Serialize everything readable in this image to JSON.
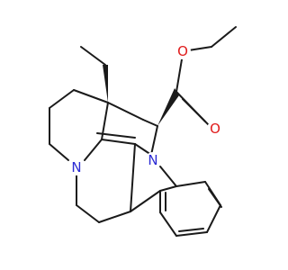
{
  "structure": {
    "label_colors": {
      "bond": "#1a1a1a",
      "nitrogen": "#2b2bd4",
      "oxygen": "#e01b1b"
    },
    "atoms": [
      {
        "id": "O-carbonyl",
        "symbol": "O",
        "element": "oxygen"
      },
      {
        "id": "O-ester",
        "symbol": "O",
        "element": "oxygen"
      },
      {
        "id": "N-indole",
        "symbol": "N",
        "element": "nitrogen"
      },
      {
        "id": "N-amine",
        "symbol": "N",
        "element": "nitrogen"
      }
    ]
  }
}
